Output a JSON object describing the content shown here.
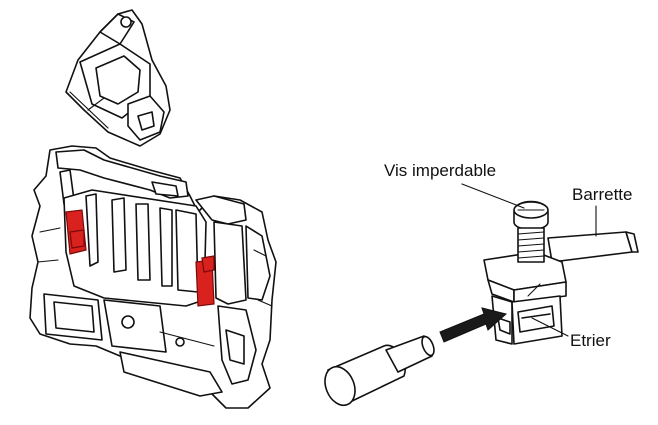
{
  "labels": {
    "screw": "Vis imperdable",
    "bar": "Barrette",
    "clamp": "Etrier"
  },
  "colors": {
    "line": "#111111",
    "contact": "#d9211e",
    "background": "#ffffff"
  }
}
